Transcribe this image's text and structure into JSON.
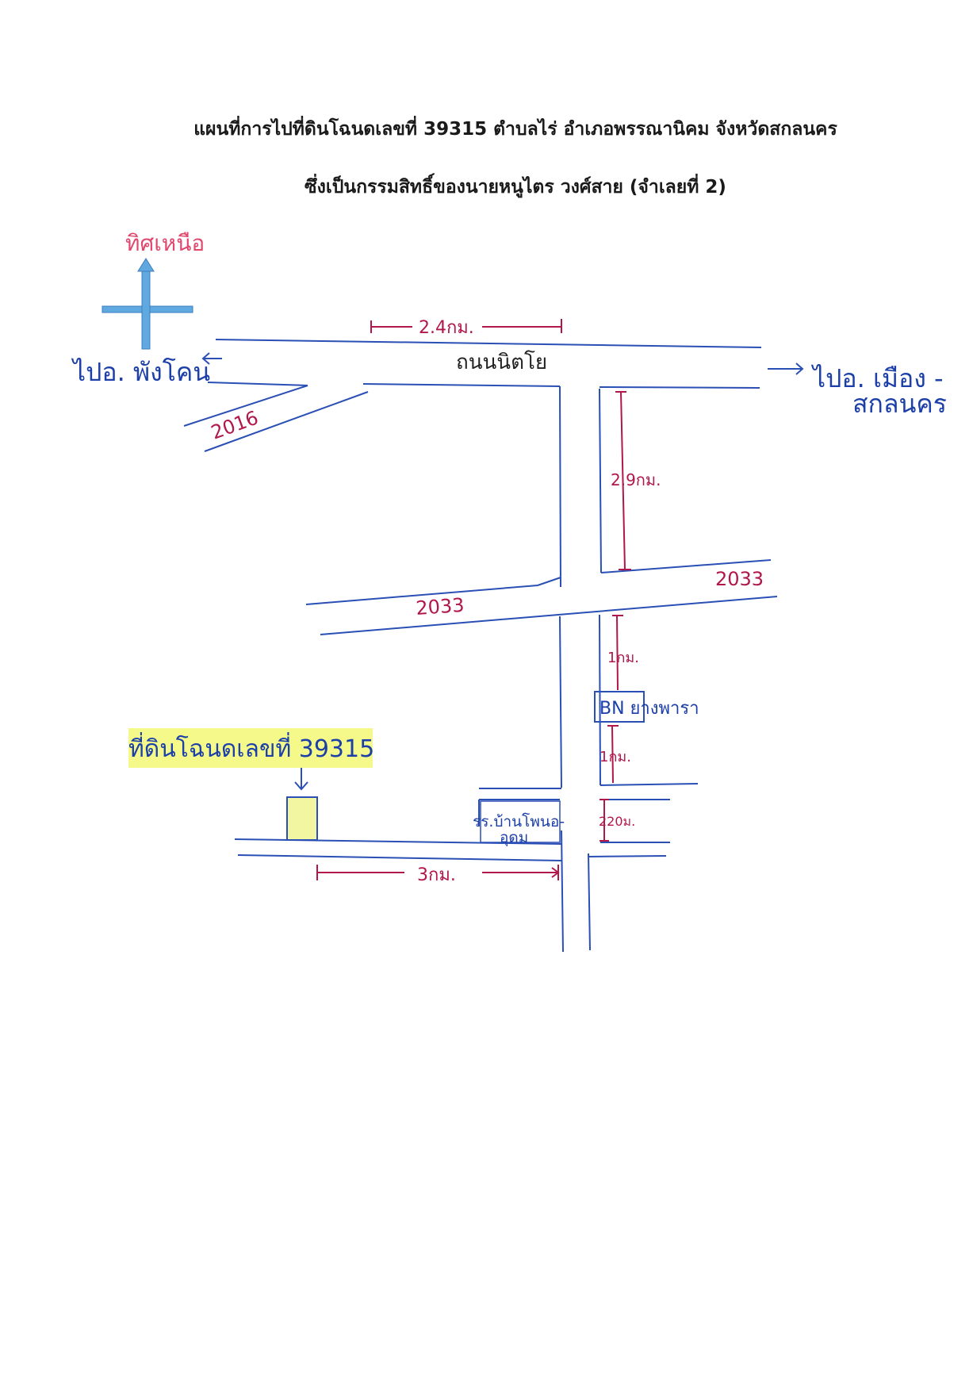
{
  "header": {
    "title_line1": "แผนที่การไปที่ดินโฉนดเลขที่ 39315 ตำบลไร่  อำเภอพรรณานิคม จังหวัดสกลนคร",
    "title_line2": "ซึ่งเป็นกรรมสิทธิ์ของนายหนูไตร วงศ์สาย   (จำเลยที่ 2)"
  },
  "compass": {
    "label": "ทิศเหนือ",
    "color": "#5fa8e0"
  },
  "map_labels": {
    "to_west": "ไปอ. พังโคน",
    "to_east_1": "ไปอ. เมือง -",
    "to_east_2": "สกลนคร",
    "main_road": "ถนนนิตโย",
    "road_2016": "2016",
    "road_2033_left": "2033",
    "road_2033_right": "2033",
    "landmark_shop": "BN ยางพารา",
    "landmark_school_1": "รร.บ้านโพนอ-",
    "landmark_school_2": "อุดม",
    "parcel_label": "ที่ดินโฉนดเลขที่ 39315"
  },
  "distances": {
    "d_top": "2.4กม.",
    "d_right": "2.9กม.",
    "d_1km_a": "1กม.",
    "d_1km_b": "1กม.",
    "d_220": "220ม.",
    "d_3km": "3กม."
  },
  "colors": {
    "road": "#2a4fb5",
    "dimension": "#b0174a",
    "parcel_fill": "#f3f6a0",
    "highlight": "#f5f98a"
  }
}
